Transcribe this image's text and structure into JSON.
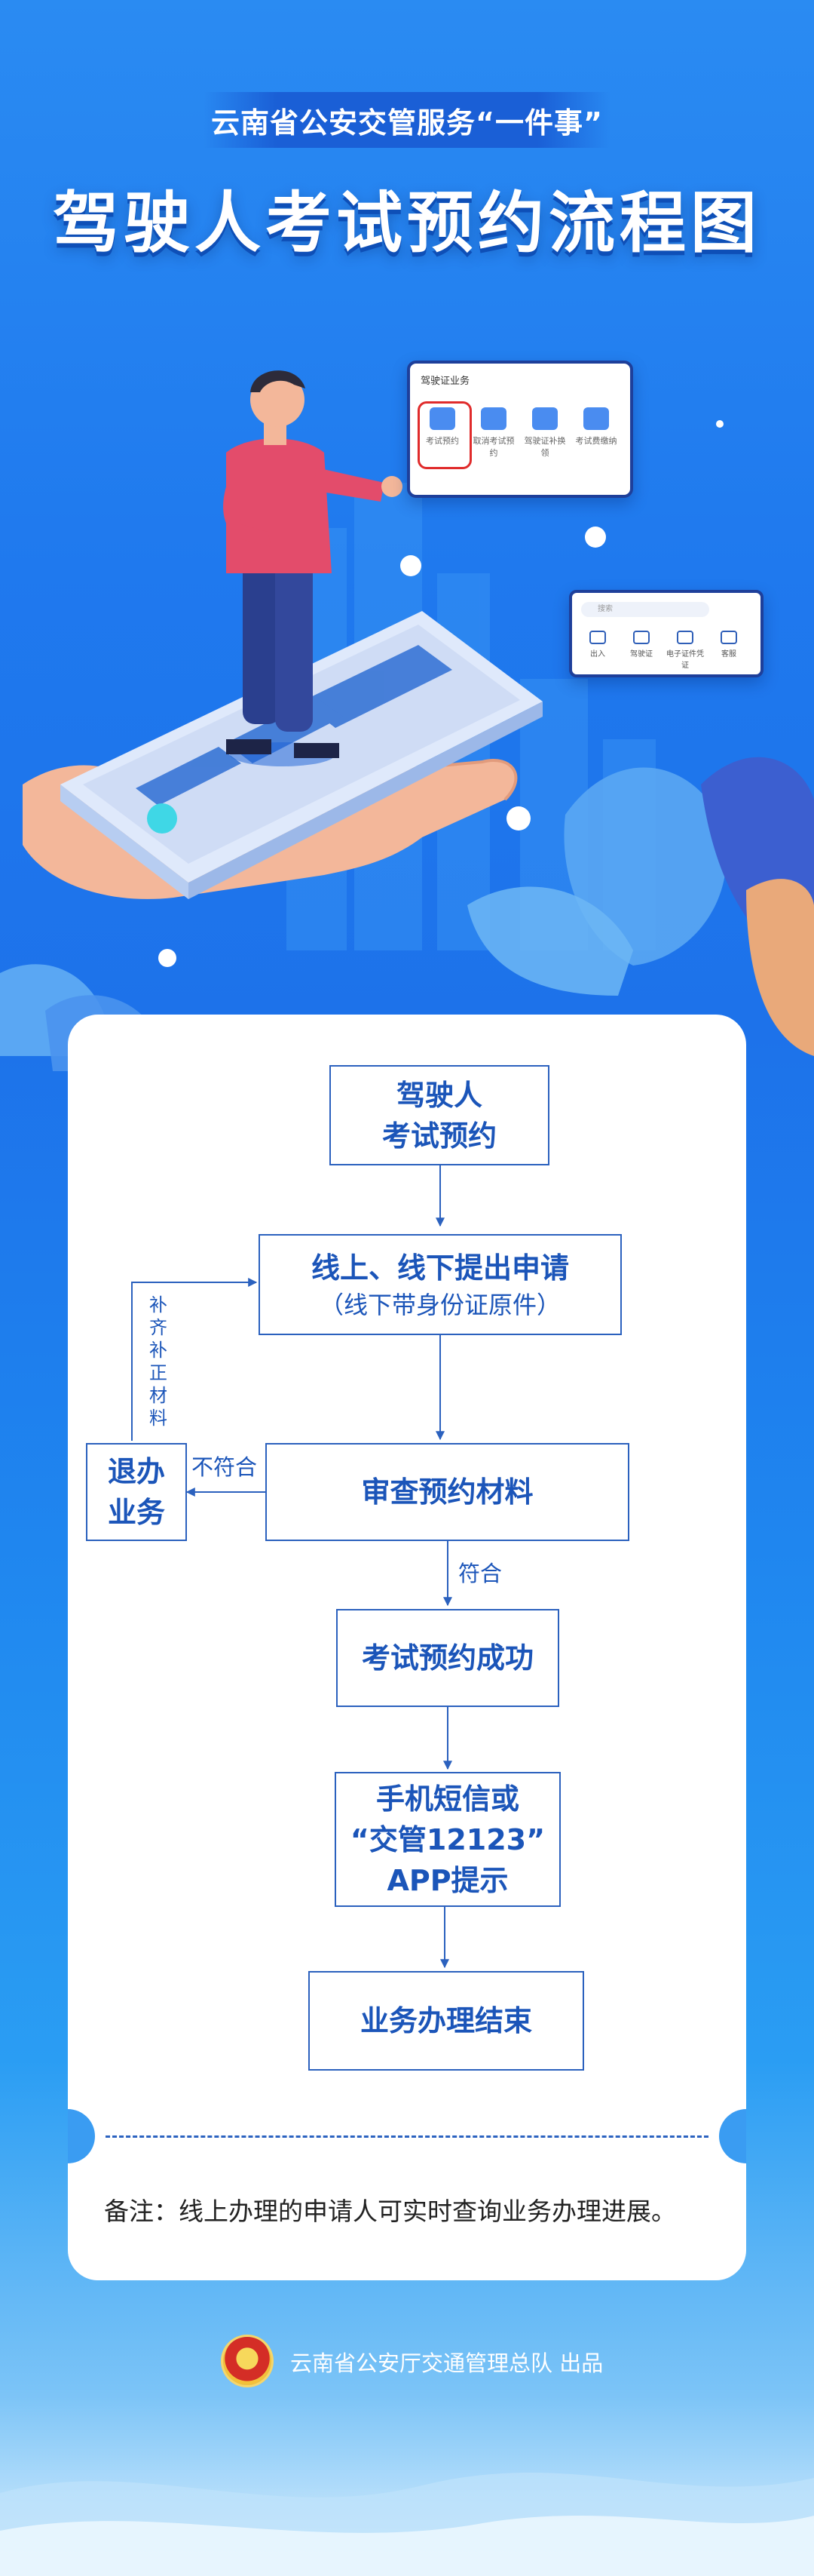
{
  "header": {
    "subtitle": "云南省公安交管服务“一件事”",
    "title": "驾驶人考试预约流程图"
  },
  "illustration": {
    "card_a": {
      "title": "驾驶证业务",
      "items": [
        "考试预约",
        "取消考试预约",
        "驾驶证补换领",
        "考试费缴纳"
      ]
    },
    "card_b": {
      "search_placeholder": "搜索",
      "items": [
        "出入",
        "驾驶证",
        "电子证件凭证",
        "客服"
      ]
    }
  },
  "flowchart": {
    "start": {
      "line1": "驾驶人",
      "line2": "考试预约"
    },
    "apply": {
      "line1": "线上、线下提出申请",
      "line2": "（线下带身份证原件）"
    },
    "review": "审查预约材料",
    "reject": {
      "line1": "退办",
      "line2": "业务"
    },
    "success": "考试预约成功",
    "notify": {
      "line1": "手机短信或",
      "line2": "“交管12123”",
      "line3": "APP提示"
    },
    "end": "业务办理结束",
    "labels": {
      "not_pass": "不符合",
      "pass": "符合",
      "supplement": "补齐补正材料"
    }
  },
  "note": "备注：线上办理的申请人可实时查询业务办理进展。",
  "footer": {
    "credit": "云南省公安厅交通管理总队 出品"
  },
  "colors": {
    "primary": "#1b55b9",
    "background": "#1f79ee",
    "card": "#ffffff"
  }
}
